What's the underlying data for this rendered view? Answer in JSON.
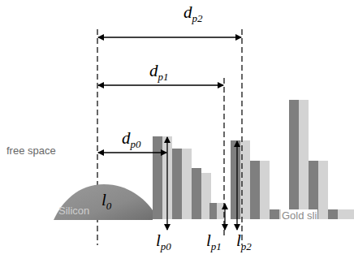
{
  "diagram": {
    "nodes": [
      {
        "text": [
          "Silicon"
        ]
      }
    ],
    "labels": [
      "free space",
      "dp2",
      "dp1",
      "dp0",
      "l0",
      "lp0",
      "lp1",
      "lp2",
      "Gold sli"
    ]
  }
}
